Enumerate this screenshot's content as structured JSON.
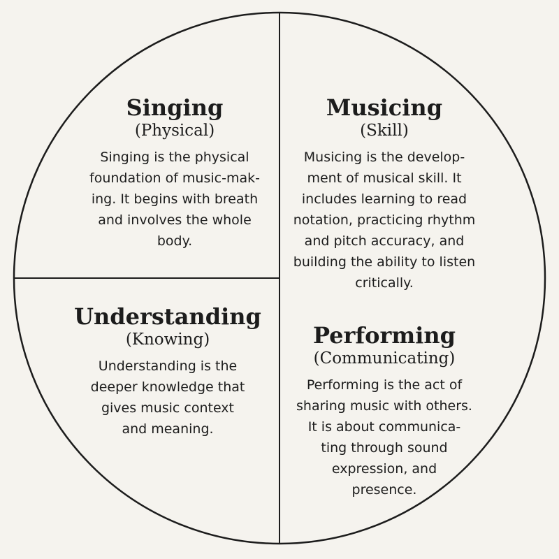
{
  "quadrants": {
    "singing": {
      "title": "Singing",
      "subtitle": "(Physical)",
      "lines": [
        "Singing is the physical",
        "foundation of music-mak-",
        "ing. It begins with breath",
        "and involves the whole",
        "body."
      ]
    },
    "musicing": {
      "title": "Musicing",
      "subtitle": "(Skill)",
      "lines": [
        "Musicing is the develop-",
        "ment of musical skill. It",
        "includes learning to read",
        "notation, practicing rhythm",
        "and pitch accuracy, and",
        "building the ability to listen",
        "critically."
      ]
    },
    "understanding": {
      "title": "Understanding",
      "subtitle": "(Knowing)",
      "lines": [
        "Understanding is the",
        "deeper knowledge that",
        "gives music context",
        "and meaning."
      ]
    },
    "performing": {
      "title": "Performing",
      "subtitle": "(Communicating)",
      "lines": [
        "Performing is the act of",
        "sharing music with others.",
        "It is about communica-",
        "ting through sound",
        "expression, and",
        "presence."
      ]
    }
  },
  "colors": {
    "background": "#f5f3ee",
    "stroke": "#1c1c1c",
    "text": "#1c1c1c"
  }
}
